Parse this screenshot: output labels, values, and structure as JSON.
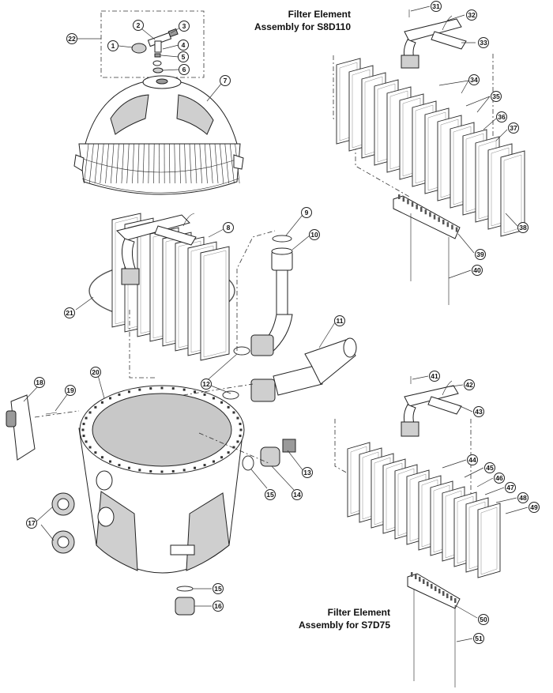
{
  "titles": {
    "s8d110_line1": "Filter Element",
    "s8d110_line2": "Assembly for S8D110",
    "s7d75_line1": "Filter Element",
    "s7d75_line2": "Assembly for S7D75"
  },
  "callouts": {
    "c1": "1",
    "c2": "2",
    "c3": "3",
    "c4": "4",
    "c5": "5",
    "c6": "6",
    "c7": "7",
    "c8": "8",
    "c9": "9",
    "c10": "10",
    "c11": "11",
    "c12": "12",
    "c13": "13",
    "c14": "14",
    "c15a": "15",
    "c15b": "15",
    "c16": "16",
    "c17": "17",
    "c18": "18",
    "c19": "19",
    "c20": "20",
    "c21": "21",
    "c22": "22",
    "c31": "31",
    "c32": "32",
    "c33": "33",
    "c34": "34",
    "c35": "35",
    "c36": "36",
    "c37": "37",
    "c38": "38",
    "c39": "39",
    "c40": "40",
    "c41": "41",
    "c42": "42",
    "c43": "43",
    "c44": "44",
    "c45": "45",
    "c46": "46",
    "c47": "47",
    "c48": "48",
    "c49": "49",
    "c50": "50",
    "c51": "51"
  }
}
